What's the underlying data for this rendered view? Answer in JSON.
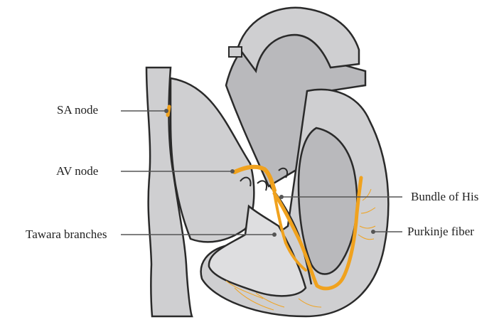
{
  "labels": {
    "sa_node": "SA node",
    "av_node": "AV node",
    "tawara": "Tawara branches",
    "his": "Bundle of His",
    "purkinje": "Purkinje fiber"
  },
  "colors": {
    "tissue": "#cfcfd1",
    "tissue_dark": "#b9b9bc",
    "outline": "#2a2a2a",
    "conduction": "#f0a21e",
    "leader": "#555555",
    "background": "#ffffff"
  }
}
